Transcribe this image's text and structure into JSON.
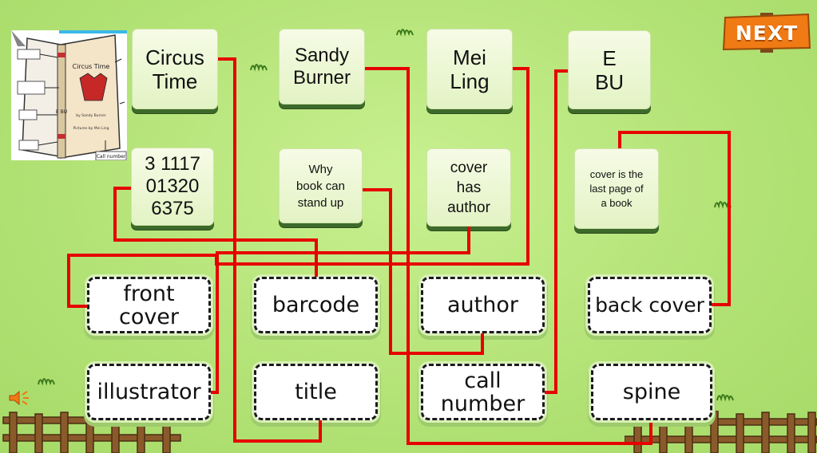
{
  "navigation": {
    "next_label": "NEXT"
  },
  "book_image": {
    "title": "Circus Time",
    "byline": "by Sandy Burner",
    "pictures": "Pictures by Mei Ling",
    "spine": "E BU",
    "callout": "Call number"
  },
  "answers": [
    {
      "id": "a1",
      "text": "Circus\nTime"
    },
    {
      "id": "a2",
      "text": "Sandy\nBurner"
    },
    {
      "id": "a3",
      "text": "Mei\nLing"
    },
    {
      "id": "a4",
      "text": "E\nBU"
    },
    {
      "id": "a5",
      "text": "3 1117\n01320\n6375"
    },
    {
      "id": "a6",
      "text": "Why\nbook can\nstand up"
    },
    {
      "id": "a7",
      "text": "cover\nhas\nauthor"
    },
    {
      "id": "a8",
      "text": "cover is the\nlast page of\na book"
    }
  ],
  "terms": [
    {
      "id": "t1",
      "text": "front\ncover"
    },
    {
      "id": "t2",
      "text": "barcode"
    },
    {
      "id": "t3",
      "text": "author"
    },
    {
      "id": "t4",
      "text": "back cover"
    },
    {
      "id": "t5",
      "text": "illustrator"
    },
    {
      "id": "t6",
      "text": "title"
    },
    {
      "id": "t7",
      "text": "call\nnumber"
    },
    {
      "id": "t8",
      "text": "spine"
    }
  ],
  "colors": {
    "line": "#e60000",
    "tile_shadow": "#3d6a2a",
    "next_bg": "#f07a14"
  }
}
